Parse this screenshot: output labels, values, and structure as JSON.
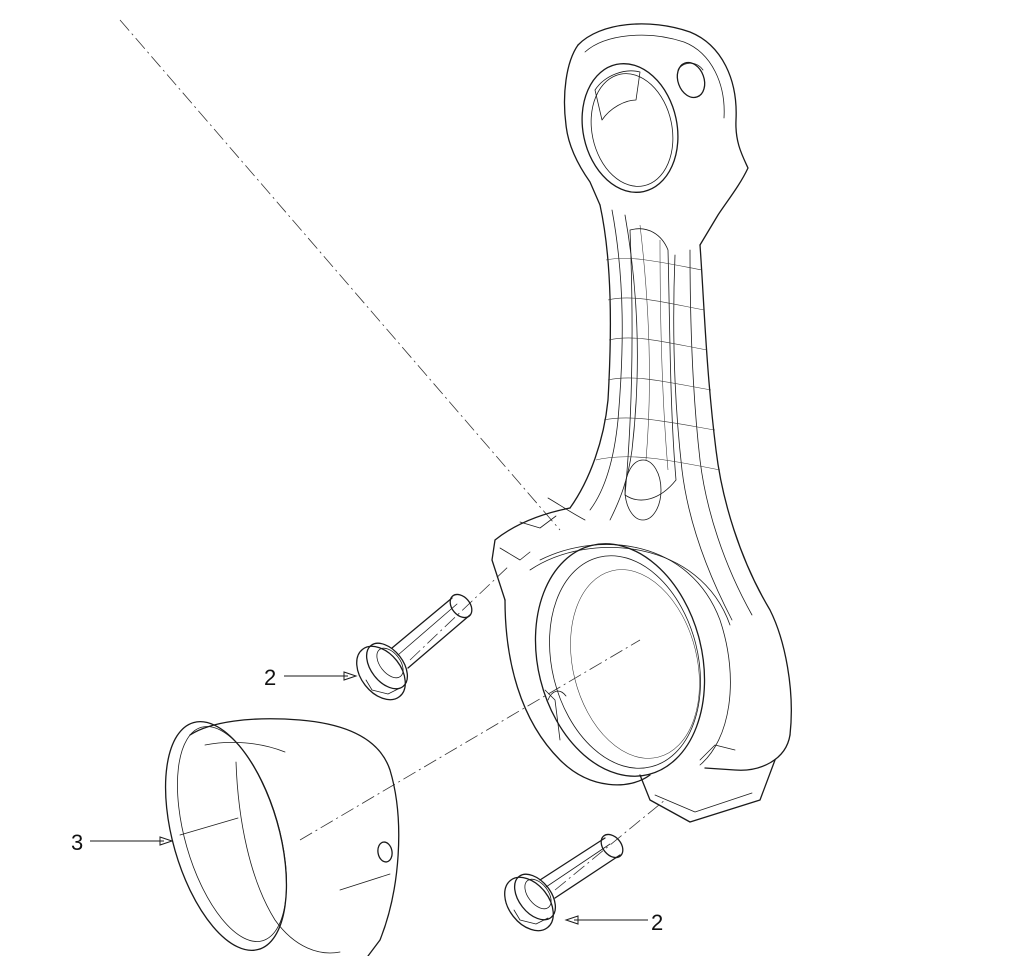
{
  "callouts": [
    {
      "id": "bolt-upper",
      "label": "2"
    },
    {
      "id": "bearing-shell",
      "label": "3"
    },
    {
      "id": "bolt-lower",
      "label": "2"
    }
  ]
}
